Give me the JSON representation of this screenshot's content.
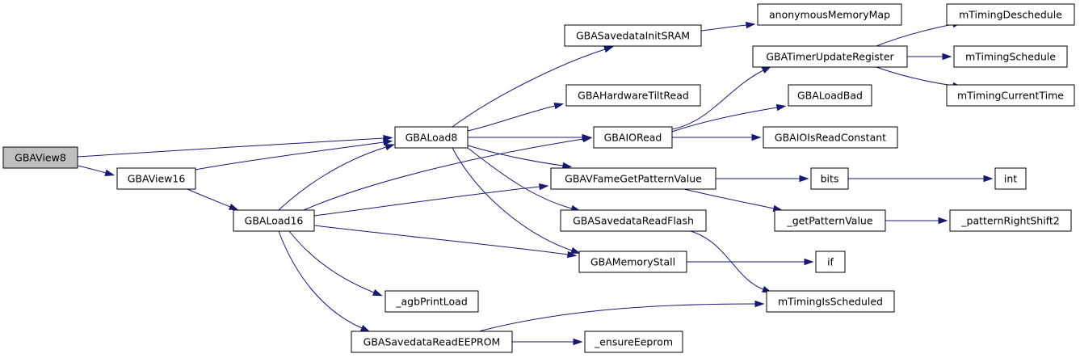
{
  "colors": {
    "edge": "#191970",
    "node_border": "#000000",
    "root_fill": "#bfbfbf",
    "node_fill": "#ffffff"
  },
  "nodes": [
    {
      "id": "GBAView8",
      "label": "GBAView8",
      "root": true
    },
    {
      "id": "GBAView16",
      "label": "GBAView16"
    },
    {
      "id": "GBALoad8",
      "label": "GBALoad8"
    },
    {
      "id": "GBALoad16",
      "label": "GBALoad16"
    },
    {
      "id": "GBASavedataInitSRAM",
      "label": "GBASavedataInitSRAM"
    },
    {
      "id": "GBAHardwareTiltRead",
      "label": "GBAHardwareTiltRead"
    },
    {
      "id": "GBAIORead",
      "label": "GBAIORead"
    },
    {
      "id": "GBAVFameGetPatternValue",
      "label": "GBAVFameGetPatternValue"
    },
    {
      "id": "GBASavedataReadFlash",
      "label": "GBASavedataReadFlash"
    },
    {
      "id": "GBAMemoryStall",
      "label": "GBAMemoryStall"
    },
    {
      "id": "_agbPrintLoad",
      "label": "_agbPrintLoad"
    },
    {
      "id": "GBASavedataReadEEPROM",
      "label": "GBASavedataReadEEPROM"
    },
    {
      "id": "anonymousMemoryMap",
      "label": "anonymousMemoryMap"
    },
    {
      "id": "GBATimerUpdateRegister",
      "label": "GBATimerUpdateRegister"
    },
    {
      "id": "GBALoadBad",
      "label": "GBALoadBad"
    },
    {
      "id": "GBAIOIsReadConstant",
      "label": "GBAIOIsReadConstant"
    },
    {
      "id": "bits",
      "label": "bits"
    },
    {
      "id": "_getPatternValue",
      "label": "_getPatternValue"
    },
    {
      "id": "if",
      "label": "if"
    },
    {
      "id": "mTimingIsScheduled",
      "label": "mTimingIsScheduled"
    },
    {
      "id": "_ensureEeprom",
      "label": "_ensureEeprom"
    },
    {
      "id": "mTimingDeschedule",
      "label": "mTimingDeschedule"
    },
    {
      "id": "mTimingSchedule",
      "label": "mTimingSchedule"
    },
    {
      "id": "mTimingCurrentTime",
      "label": "mTimingCurrentTime"
    },
    {
      "id": "int",
      "label": "int"
    },
    {
      "id": "_patternRightShift2",
      "label": "_patternRightShift2"
    }
  ],
  "edges": [
    {
      "from": "GBAView8",
      "to": "GBALoad8"
    },
    {
      "from": "GBAView8",
      "to": "GBAView16"
    },
    {
      "from": "GBAView16",
      "to": "GBALoad8"
    },
    {
      "from": "GBAView16",
      "to": "GBALoad16"
    },
    {
      "from": "GBALoad16",
      "to": "GBALoad8"
    },
    {
      "from": "GBALoad16",
      "to": "GBAIORead"
    },
    {
      "from": "GBALoad16",
      "to": "GBAVFameGetPatternValue"
    },
    {
      "from": "GBALoad16",
      "to": "GBAMemoryStall"
    },
    {
      "from": "GBALoad16",
      "to": "_agbPrintLoad"
    },
    {
      "from": "GBALoad16",
      "to": "GBASavedataReadEEPROM"
    },
    {
      "from": "GBALoad8",
      "to": "GBASavedataInitSRAM"
    },
    {
      "from": "GBALoad8",
      "to": "GBAHardwareTiltRead"
    },
    {
      "from": "GBALoad8",
      "to": "GBAIORead"
    },
    {
      "from": "GBALoad8",
      "to": "GBAVFameGetPatternValue"
    },
    {
      "from": "GBALoad8",
      "to": "GBASavedataReadFlash"
    },
    {
      "from": "GBALoad8",
      "to": "GBAMemoryStall"
    },
    {
      "from": "GBASavedataInitSRAM",
      "to": "anonymousMemoryMap"
    },
    {
      "from": "GBAIORead",
      "to": "GBATimerUpdateRegister"
    },
    {
      "from": "GBAIORead",
      "to": "GBALoadBad"
    },
    {
      "from": "GBAIORead",
      "to": "GBAIOIsReadConstant"
    },
    {
      "from": "GBATimerUpdateRegister",
      "to": "mTimingDeschedule"
    },
    {
      "from": "GBATimerUpdateRegister",
      "to": "mTimingSchedule"
    },
    {
      "from": "GBATimerUpdateRegister",
      "to": "mTimingCurrentTime"
    },
    {
      "from": "GBAVFameGetPatternValue",
      "to": "bits"
    },
    {
      "from": "GBAVFameGetPatternValue",
      "to": "_getPatternValue"
    },
    {
      "from": "bits",
      "to": "int"
    },
    {
      "from": "_getPatternValue",
      "to": "_patternRightShift2"
    },
    {
      "from": "GBASavedataReadFlash",
      "to": "mTimingIsScheduled"
    },
    {
      "from": "GBAMemoryStall",
      "to": "if"
    },
    {
      "from": "GBASavedataReadEEPROM",
      "to": "mTimingIsScheduled"
    },
    {
      "from": "GBASavedataReadEEPROM",
      "to": "_ensureEeprom"
    }
  ]
}
